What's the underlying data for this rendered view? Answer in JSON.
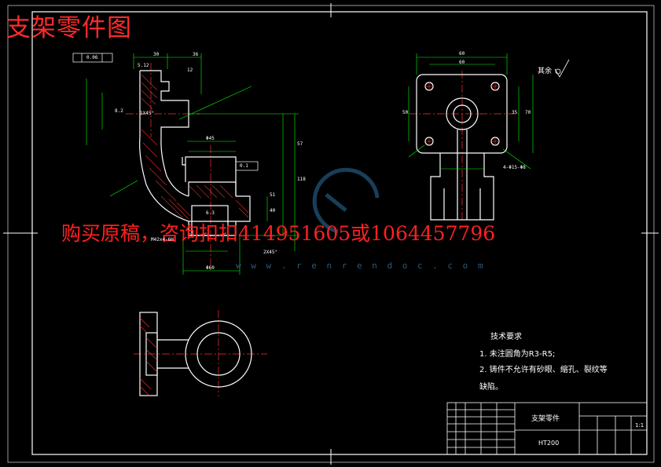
{
  "overlay": {
    "title": "支架零件图",
    "ad_text": "购买原稿，咨询扣扣414951605或1064457796",
    "watermark_url": "w w w . r e n r e n d o c . c o m"
  },
  "colors": {
    "background": "#000000",
    "lines": "#ffffff",
    "dimension": "#00ff00",
    "centerline": "#ff3030",
    "hatch": "#ff3030",
    "title_overlay": "#ff2a2a"
  },
  "tech_requirements": {
    "heading": "技术要求",
    "item1": "1.   未注圆角为R3-R5;",
    "item2": "2.   铸件不允许有砂眼、缩孔、裂纹等",
    "item2_cont": "缺陷。"
  },
  "title_block": {
    "part_name": "支架零件",
    "material": "HT200",
    "scale": "1:1"
  },
  "roughness_note": "其余",
  "dims": {
    "d60a": "60",
    "d60b": "60",
    "d50": "50",
    "d35": "35",
    "d70": "70",
    "d30": "30",
    "d36": "36",
    "d12": "12",
    "d5_12": "5.12",
    "d8_2": "8.2",
    "d57": "57",
    "d118": "118",
    "d51": "51",
    "d40": "40",
    "d6_3": "6.3",
    "d45": "Φ45",
    "dphi60": "Φ60",
    "m42": "M42x4-6H",
    "chamfer1": "1X45°",
    "chamfer2": "2X45°",
    "holes": "4-Φ15-Φ8",
    "tol1": "0.06",
    "tol2": "0.1"
  }
}
